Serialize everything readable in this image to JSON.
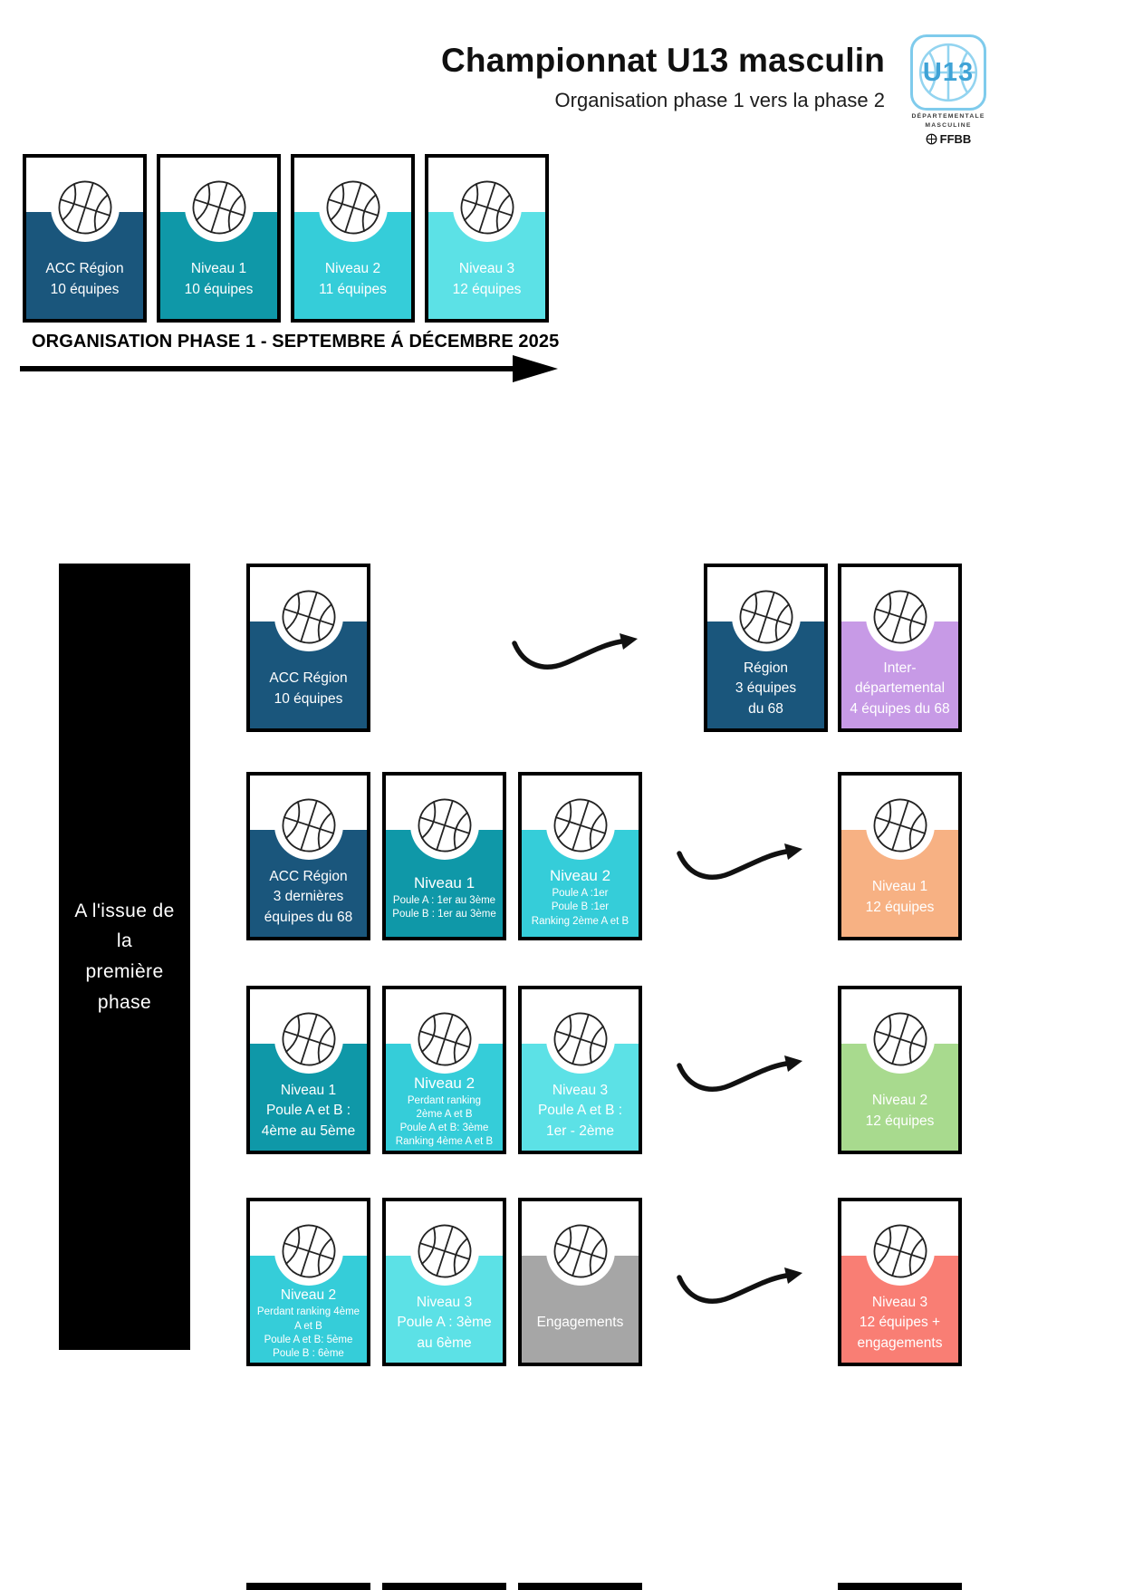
{
  "header": {
    "title": "Championnat U13 masculin",
    "subtitle": "Organisation phase 1 vers la phase 2",
    "logo": {
      "u13": "U13",
      "tagline1": "DÉPARTEMENTALE",
      "tagline2": "MASCULINE",
      "brand": "FFBB"
    }
  },
  "colors": {
    "region_blue": "#1a567c",
    "niveau1_teal": "#0f98a8",
    "niveau2_turquoise": "#35cdd9",
    "niveau3_cyan": "#5ce1e6",
    "interdep_purple": "#c79ae6",
    "target_orange": "#f7b183",
    "target_green": "#a8da8e",
    "target_salmon": "#f97e74",
    "engagements_gray": "#a6a6a6"
  },
  "phase1": {
    "arrow_label": "ORGANISATION PHASE 1 - SEPTEMBRE Á DÉCEMBRE 2025",
    "cards": [
      {
        "color": "region_blue",
        "lines": [
          {
            "t": "ACC Région",
            "s": "md"
          },
          {
            "t": "10 équipes",
            "s": "md"
          }
        ]
      },
      {
        "color": "niveau1_teal",
        "lines": [
          {
            "t": "Niveau 1",
            "s": "md"
          },
          {
            "t": "10 équipes",
            "s": "md"
          }
        ]
      },
      {
        "color": "niveau2_turquoise",
        "lines": [
          {
            "t": "Niveau 2",
            "s": "md"
          },
          {
            "t": "11 équipes",
            "s": "md"
          }
        ]
      },
      {
        "color": "niveau3_cyan",
        "lines": [
          {
            "t": "Niveau 3",
            "s": "md"
          },
          {
            "t": "12 équipes",
            "s": "md"
          }
        ]
      }
    ]
  },
  "phase2": {
    "side_label_lines": [
      "A l'issue de",
      "la",
      "première",
      "phase"
    ],
    "rows": [
      {
        "sources": [
          {
            "color": "region_blue",
            "lines": [
              {
                "t": "ACC Région",
                "s": "md"
              },
              {
                "t": "10 équipes",
                "s": "md"
              }
            ]
          }
        ],
        "targets": [
          {
            "color": "region_blue",
            "lines": [
              {
                "t": "Région",
                "s": "md"
              },
              {
                "t": "3 équipes",
                "s": "md"
              },
              {
                "t": "du 68",
                "s": "md"
              }
            ]
          },
          {
            "color": "interdep_purple",
            "lines": [
              {
                "t": "Inter-",
                "s": "md"
              },
              {
                "t": "départemental",
                "s": "md"
              },
              {
                "t": "4 équipes du 68",
                "s": "md"
              }
            ]
          }
        ]
      },
      {
        "sources": [
          {
            "color": "region_blue",
            "lines": [
              {
                "t": "ACC Région",
                "s": "md"
              },
              {
                "t": "3 dernières",
                "s": "md"
              },
              {
                "t": "équipes du 68",
                "s": "md"
              }
            ]
          },
          {
            "color": "niveau1_teal",
            "lines": [
              {
                "t": "Niveau 1",
                "s": "lg"
              },
              {
                "t": "Poule A : 1er au 3ème",
                "s": "sm"
              },
              {
                "t": "Poule B : 1er au 3ème",
                "s": "sm"
              }
            ]
          },
          {
            "color": "niveau2_turquoise",
            "lines": [
              {
                "t": "Niveau 2",
                "s": "lg"
              },
              {
                "t": "Poule A  :1er",
                "s": "sm"
              },
              {
                "t": "Poule B :1er",
                "s": "sm"
              },
              {
                "t": "Ranking 2ème A et B",
                "s": "sm"
              }
            ]
          }
        ],
        "targets": [
          {
            "color": "target_orange",
            "lines": [
              {
                "t": "Niveau 1",
                "s": "md"
              },
              {
                "t": "12 équipes",
                "s": "md"
              }
            ]
          }
        ]
      },
      {
        "sources": [
          {
            "color": "niveau1_teal",
            "lines": [
              {
                "t": "Niveau 1",
                "s": "md"
              },
              {
                "t": "Poule A et B :",
                "s": "md"
              },
              {
                "t": "4ème au 5ème",
                "s": "md"
              }
            ]
          },
          {
            "color": "niveau2_turquoise",
            "lines": [
              {
                "t": "Niveau 2",
                "s": "lg"
              },
              {
                "t": "Perdant ranking",
                "s": "sm"
              },
              {
                "t": "2ème A et B",
                "s": "sm"
              },
              {
                "t": "Poule A et B: 3ème",
                "s": "sm"
              },
              {
                "t": "Ranking 4ème A et B",
                "s": "sm"
              }
            ]
          },
          {
            "color": "niveau3_cyan",
            "lines": [
              {
                "t": "Niveau 3",
                "s": "md"
              },
              {
                "t": "Poule A et B :",
                "s": "md"
              },
              {
                "t": "1er -  2ème",
                "s": "md"
              }
            ]
          }
        ],
        "targets": [
          {
            "color": "target_green",
            "lines": [
              {
                "t": "Niveau 2",
                "s": "md"
              },
              {
                "t": "12 équipes",
                "s": "md"
              }
            ]
          }
        ]
      },
      {
        "sources": [
          {
            "color": "niveau2_turquoise",
            "lines": [
              {
                "t": "Niveau 2",
                "s": "md"
              },
              {
                "t": "Perdant ranking 4ème",
                "s": "sm"
              },
              {
                "t": "A et B",
                "s": "sm"
              },
              {
                "t": "Poule A et B: 5ème",
                "s": "sm"
              },
              {
                "t": "Poule B : 6ème",
                "s": "sm"
              }
            ]
          },
          {
            "color": "niveau3_cyan",
            "lines": [
              {
                "t": "Niveau 3",
                "s": "md"
              },
              {
                "t": "Poule A : 3ème",
                "s": "md"
              },
              {
                "t": "au 6ème",
                "s": "md"
              }
            ]
          },
          {
            "color": "engagements_gray",
            "lines": [
              {
                "t": "Engagements",
                "s": "md"
              }
            ]
          }
        ],
        "targets": [
          {
            "color": "target_salmon",
            "lines": [
              {
                "t": "Niveau 3",
                "s": "md"
              },
              {
                "t": "12 équipes +",
                "s": "md"
              },
              {
                "t": "engagements",
                "s": "md"
              }
            ]
          }
        ]
      }
    ]
  }
}
